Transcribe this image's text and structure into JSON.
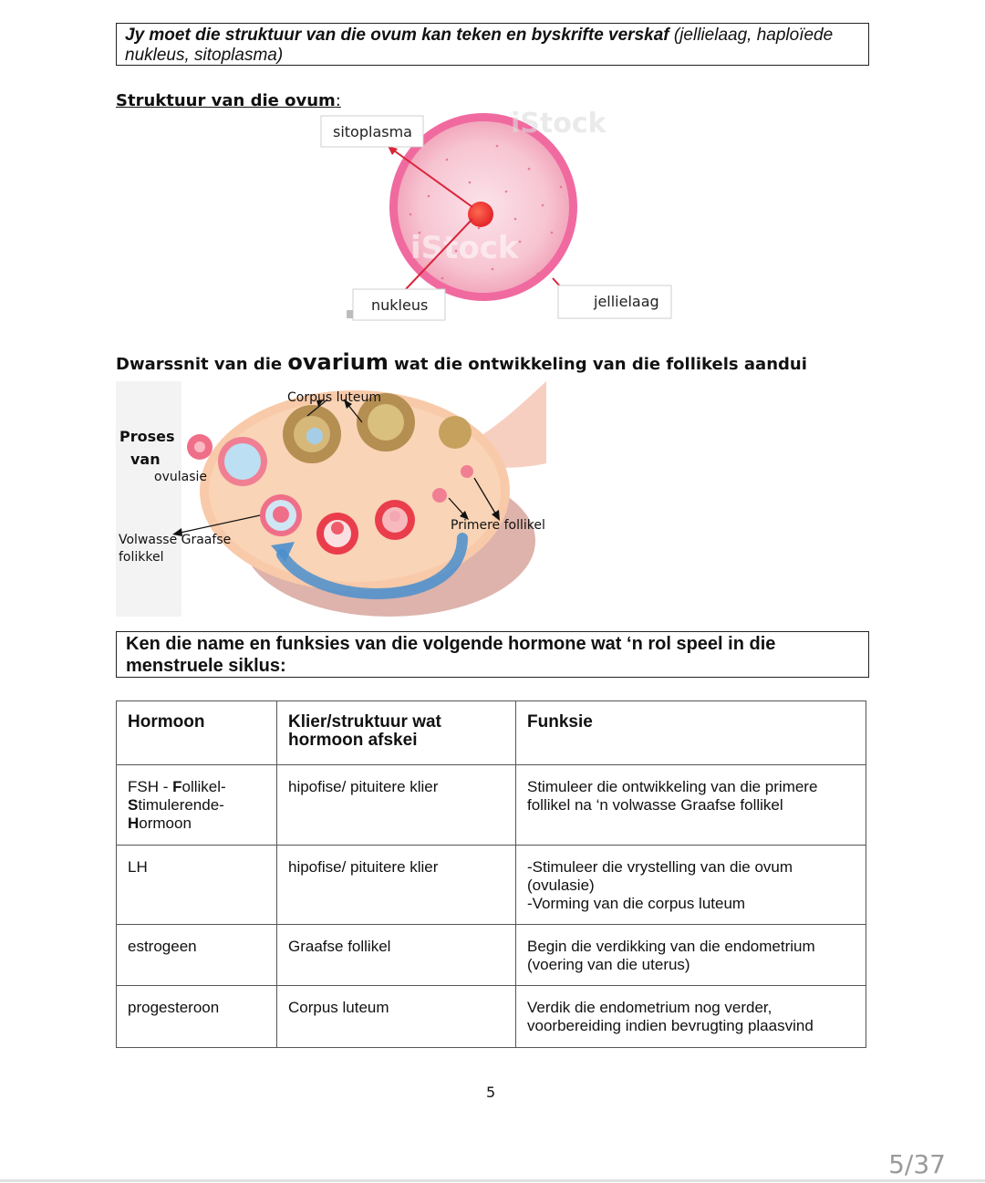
{
  "note1": {
    "bold_text": "Jy moet die struktuur van die ovum kan teken en byskrifte verskaf",
    "rest_text": " (jellielaag, haploïede nukleus, sitoplasma)"
  },
  "ovum_section": {
    "heading": "Struktuur van die ovum",
    "colon": ":",
    "labels": {
      "cytoplasm": "sitoplasma",
      "nucleus": "nukleus",
      "jelly_layer": "jellielaag"
    },
    "watermark": "iStock"
  },
  "ovary_section": {
    "heading_pre": "Dwarssnit van die ",
    "heading_big": "ovarium",
    "heading_post": " wat die ontwikkeling van die follikels aandui",
    "labels": {
      "corpus_luteum": "Corpus luteum",
      "process_line1": "Proses",
      "process_line2": "van",
      "process_line3": "ovulasie",
      "mature_line1": "Volwasse Graafse",
      "mature_line2": "folikkel",
      "primary": "Primere follikel"
    }
  },
  "note2": {
    "text": "Ken die name en funksies van die volgende hormone wat ‘n rol speel in die menstruele siklus:"
  },
  "table": {
    "headers": [
      "Hormoon",
      "Klier/struktuur wat hormoon afskei",
      "Funksie"
    ],
    "fsh": {
      "p1": "FSH - ",
      "b1": "F",
      "p2": "ollikel-",
      "b2": "S",
      "p3": "timulerende-",
      "b3": "H",
      "p4": "ormoon",
      "gland": "hipofise/ pituitere klier",
      "function": "Stimuleer die ontwikkeling van die primere follikel na ‘n volwasse Graafse follikel"
    },
    "lh": {
      "name": "LH",
      "gland": "hipofise/ pituitere klier",
      "function_1": "-Stimuleer die vrystelling van die ovum (ovulasie)",
      "function_2": "-Vorming van die corpus luteum"
    },
    "estrogen": {
      "name": "estrogeen",
      "gland": "Graafse follikel",
      "function": "Begin die verdikking van die endometrium (voering van die uterus)"
    },
    "progesterone": {
      "name": "progesteroon",
      "gland": "Corpus luteum",
      "function": "Verdik die endometrium nog verder, voorbereiding indien bevrugting plaasvind"
    }
  },
  "page_number": "5",
  "page_counter": "5/37"
}
